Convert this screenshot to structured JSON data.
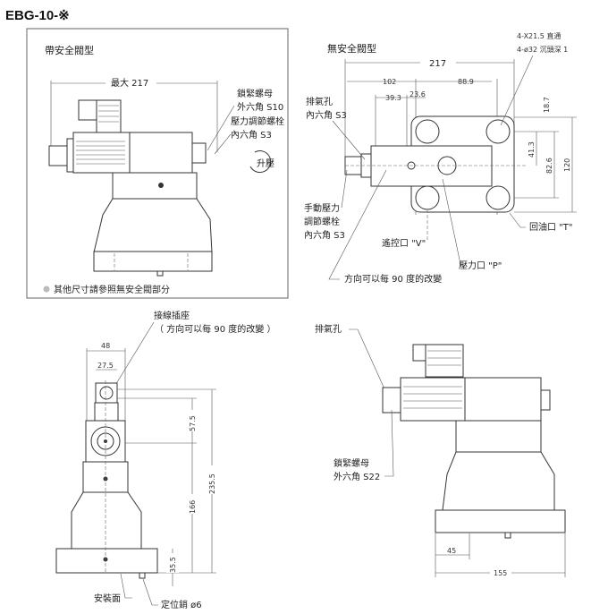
{
  "title": "EBG-10-※",
  "with_safety": {
    "heading": "帶安全閥型",
    "dim_max": "最大 217",
    "lock_nut": "鎖緊螺母",
    "lock_nut_hex": "外六角 S10",
    "pressure_bolt": "壓力調節螺栓",
    "pressure_bolt_hex": "內六角 S3",
    "rotate_label": "升壓",
    "note": "其他尺寸請參照無安全閥部分"
  },
  "without_safety": {
    "heading": "無安全閥型",
    "dim_217": "217",
    "dim_102": "102",
    "dim_88_9": "88.9",
    "dim_39_3": "39.3",
    "dim_23_6": "23.6",
    "dim_18_7": "18.7",
    "dim_41_3": "41.3",
    "dim_82_6": "82.6",
    "dim_120": "120",
    "holes_1": "4-X21.5 直通",
    "holes_2": "4-ø32 沉頭深 1",
    "vent": "排氣孔",
    "vent_hex": "內六角 S3",
    "manual_1": "手動壓力",
    "manual_2": "調節螺栓",
    "manual_3": "內六角 S3",
    "port_v": "遙控口 \"V\"",
    "port_p": "壓力口 \"P\"",
    "port_t": "回油口 \"T\"",
    "rotate_note": "方向可以每 90 度的改變"
  },
  "front_view": {
    "connector": "接線插座",
    "connector_note": "（ 方向可以每 90 度的改變 ）",
    "dim_48": "48",
    "dim_27_5": "27.5",
    "dim_57_5": "57.5",
    "dim_235_5": "235.5",
    "dim_166": "166",
    "dim_35_5": "35.5",
    "mount_face": "安裝面",
    "pin": "定位銷 ø6"
  },
  "side_view": {
    "vent": "排氣孔",
    "lock_nut": "鎖緊螺母",
    "lock_nut_hex": "外六角 S22",
    "dim_45": "45",
    "dim_155": "155"
  }
}
